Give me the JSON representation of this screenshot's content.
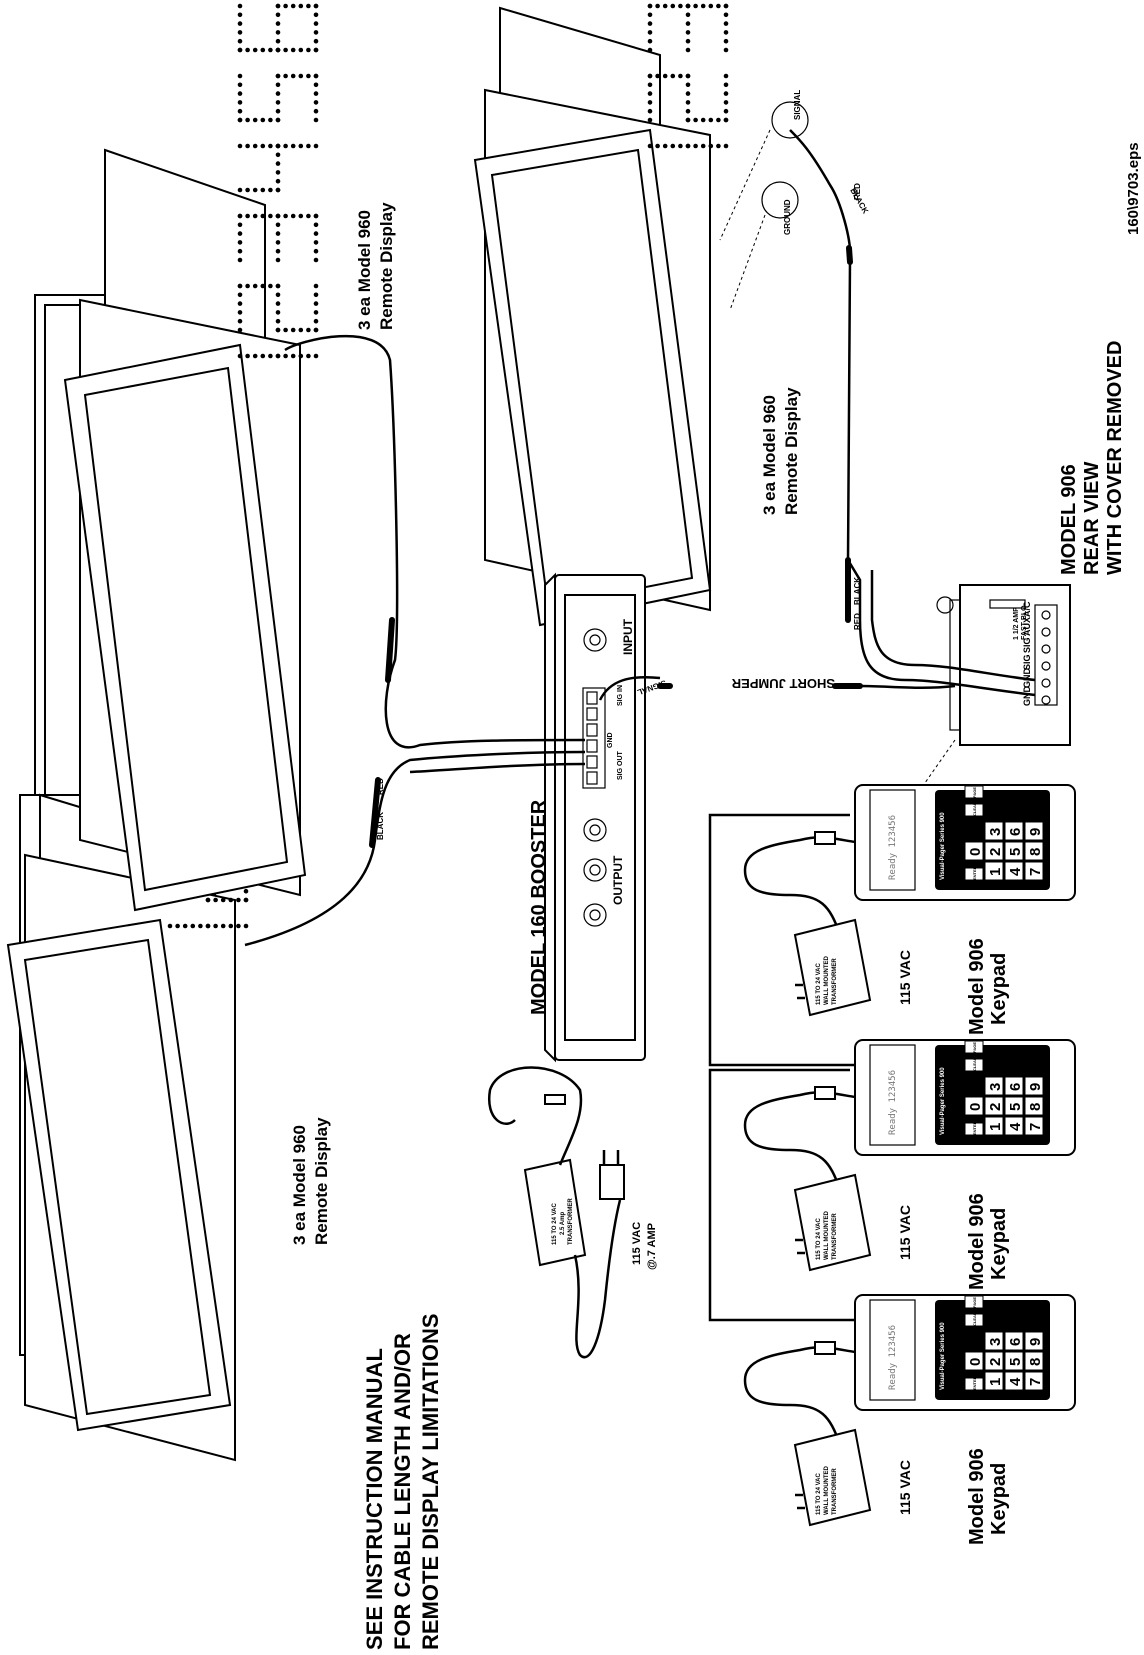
{
  "notes": {
    "instruction": [
      "SEE INSTRUCTION MANUAL",
      "FOR CABLE LENGTH AND/OR",
      "REMOTE DISPLAY LIMITATIONS"
    ],
    "file_id": "160\\9703.eps"
  },
  "displays": {
    "group_label": [
      "3 ea Model 960",
      "Remote Display"
    ],
    "digits": "123456"
  },
  "booster": {
    "title": "MODEL 160 BOOSTER",
    "input_label": "INPUT",
    "output_label": "OUTPUT",
    "sig_in_label": "SIG IN",
    "sig_out_label": "SIG OUT",
    "gnd_label": "GND",
    "signal_label": "SIGNAL"
  },
  "power_supply": {
    "transformer_label": [
      "115 TO 24 VAC",
      "2.5 Amp",
      "TRANSFORMER"
    ],
    "rating": [
      "115 VAC",
      "@.7 AMP"
    ]
  },
  "jumper": {
    "label": "SHORT JUMPER"
  },
  "rear_view": {
    "title": [
      "MODEL 906",
      "REAR VIEW",
      "WITH COVER REMOVED"
    ],
    "terminals": [
      "A/C",
      "AUX",
      "SIG",
      "SIG",
      "GND",
      "GND"
    ],
    "fuse": [
      "1 1/2 AMP",
      "FAST BLO"
    ]
  },
  "wire_colors": {
    "black": "BLACK",
    "red": "RED",
    "signal": "SIGNAL",
    "ground": "GROUND"
  },
  "keypads": {
    "label": [
      "Model 906",
      "Keypad"
    ],
    "lcd": "Ready 123456",
    "brand": "Visual-Pager Series 900",
    "keys": [
      [
        "1",
        "2",
        "3"
      ],
      [
        "4",
        "5",
        "6"
      ],
      [
        "7",
        "8",
        "9"
      ]
    ],
    "zero": "0",
    "side_keys": [
      "ENTER",
      "CLEAR",
      "PAGE"
    ],
    "power_label": "115 VAC",
    "transformer_label": [
      "115 TO 24 VAC",
      "WALL MOUNTED",
      "TRANSFORMER"
    ]
  }
}
